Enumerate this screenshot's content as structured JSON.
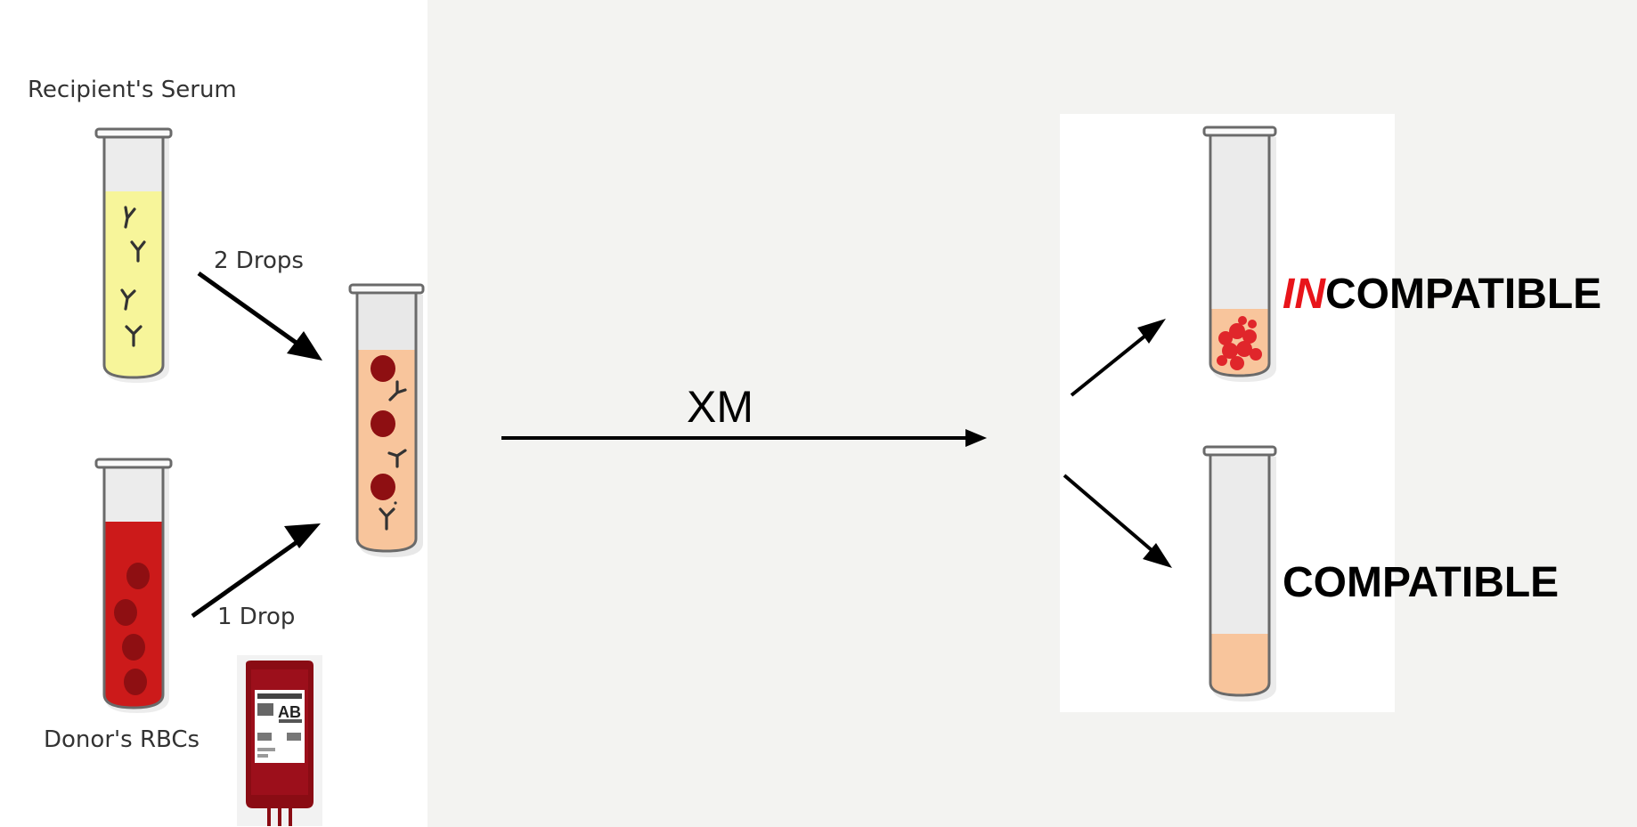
{
  "labels": {
    "recipient": "Recipient's Serum",
    "donor": "Donor's RBCs",
    "drops_serum": "2 Drops",
    "drops_rbc": "1 Drop",
    "crossmatch": "XM",
    "bag_type": "AB"
  },
  "results": {
    "incompatible_prefix": "IN",
    "incompatible_rest": "COMPATIBLE",
    "compatible": "COMPATIBLE"
  },
  "colors": {
    "serum": "#f7f59a",
    "blood": "#cc1a1a",
    "cell": "#8e0f12",
    "mix": "#f8c59c",
    "agglutinate": "#e0262b",
    "prefix_red": "#e8141a"
  }
}
